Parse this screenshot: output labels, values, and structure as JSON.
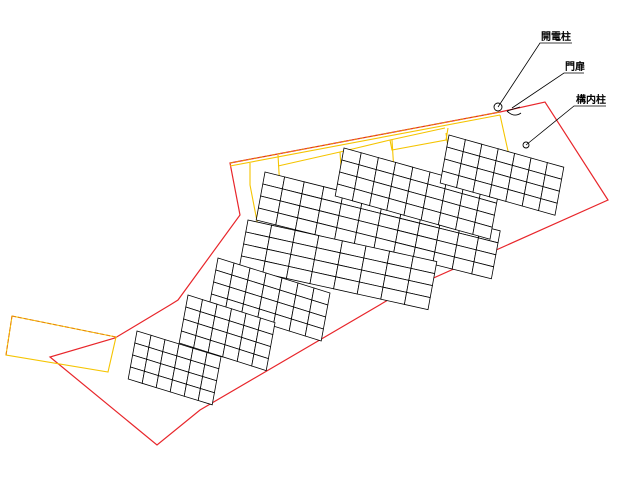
{
  "labels": {
    "utility_pole": "開電柱",
    "gate": "門扉",
    "site_pole": "構内柱"
  },
  "colors": {
    "boundary": "#e8262b",
    "fence": "#f5c400",
    "fence_dash": "#e8870a",
    "panels": "#000000",
    "leaders": "#000000"
  },
  "panel_arrays": [
    {
      "rows": 4,
      "cols": 12
    },
    {
      "rows": 4,
      "cols": 9
    },
    {
      "rows": 4,
      "cols": 7
    },
    {
      "rows": 4,
      "cols": 8
    },
    {
      "rows": 4,
      "cols": 7
    },
    {
      "rows": 4,
      "cols": 6
    },
    {
      "rows": 4,
      "cols": 6
    }
  ]
}
